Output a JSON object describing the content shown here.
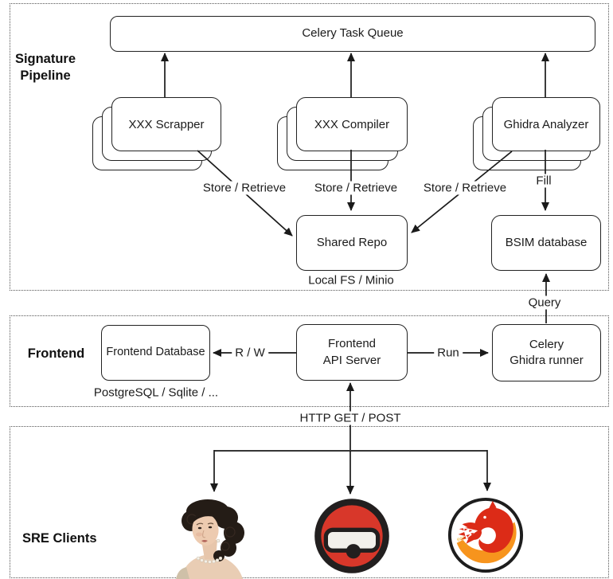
{
  "sections": {
    "signature_pipeline": {
      "label": "Signature Pipeline"
    },
    "frontend": {
      "label": "Frontend"
    },
    "sre_clients": {
      "label": "SRE Clients"
    }
  },
  "nodes": {
    "celery_task_queue": {
      "label": "Celery Task Queue"
    },
    "xxx_scrapper": {
      "label": "XXX Scrapper"
    },
    "xxx_compiler": {
      "label": "XXX Compiler"
    },
    "ghidra_analyzer": {
      "label": "Ghidra Analyzer"
    },
    "shared_repo": {
      "label": "Shared Repo",
      "storage_note": "Local FS / Minio"
    },
    "bsim_database": {
      "label": "BSIM database"
    },
    "frontend_database": {
      "label": "Frontend Database",
      "storage_note": "PostgreSQL / Sqlite / ..."
    },
    "frontend_api_server": {
      "line1": "Frontend",
      "line2": "API Server"
    },
    "celery_ghidra_runner": {
      "line1": "Celery",
      "line2": "Ghidra runner"
    }
  },
  "edges": {
    "scrapper_store": "Store / Retrieve",
    "compiler_store": "Store / Retrieve",
    "analyzer_store": "Store / Retrieve",
    "fill": "Fill",
    "query": "Query",
    "read_write": "R / W",
    "run": "Run",
    "http": "HTTP GET / POST"
  },
  "icons": {
    "portrait": {
      "name": "portrait-woman-icon",
      "description": "classical portrait of a woman with dark curls and pearl necklace"
    },
    "ninja": {
      "name": "binary-ninja-icon",
      "description": "red circle with dark ring and white ninja goggles"
    },
    "ghidra": {
      "name": "ghidra-dragon-icon",
      "description": "red dragon with binary digits inside a black-ringed circle",
      "digits1": "001",
      "digits2": "10"
    }
  },
  "colors": {
    "line": "#1a1a1a",
    "box_border": "#222222",
    "dotted_border": "#555555",
    "ninja_red": "#d8372a",
    "ninja_ring": "#221f1f",
    "goggle_white": "#f2f0eb",
    "dragon_red": "#dc2b17",
    "dragon_orange": "#f7941d",
    "digit_yellow": "#eda712"
  }
}
